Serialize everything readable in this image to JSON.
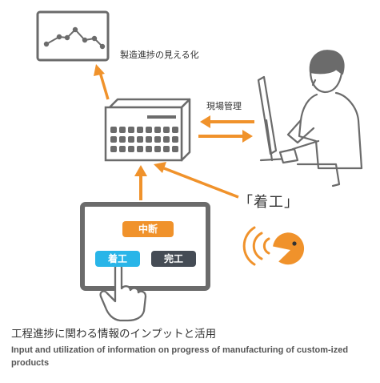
{
  "labels": {
    "chart_caption": "製造進捗の見える化",
    "management": "現場管理",
    "voice_command": "「着工」"
  },
  "tablet": {
    "buttons": {
      "pause": "中断",
      "start": "着工",
      "complete": "完工"
    }
  },
  "caption": {
    "japanese": "工程進捗に関わる情報のインプットと活用",
    "english": "Input and utilization of information on progress of manufacturing of custom-ized products"
  },
  "colors": {
    "accent_orange": "#f0922b",
    "button_blue": "#29b5e8",
    "button_dark": "#454c55",
    "line_gray": "#6b6b6b"
  },
  "icons": [
    "line-chart-icon",
    "terminal-device-icon",
    "worker-at-computer-icon",
    "tablet-icon",
    "pointing-hand-icon",
    "speaking-face-icon",
    "sound-waves-icon"
  ]
}
